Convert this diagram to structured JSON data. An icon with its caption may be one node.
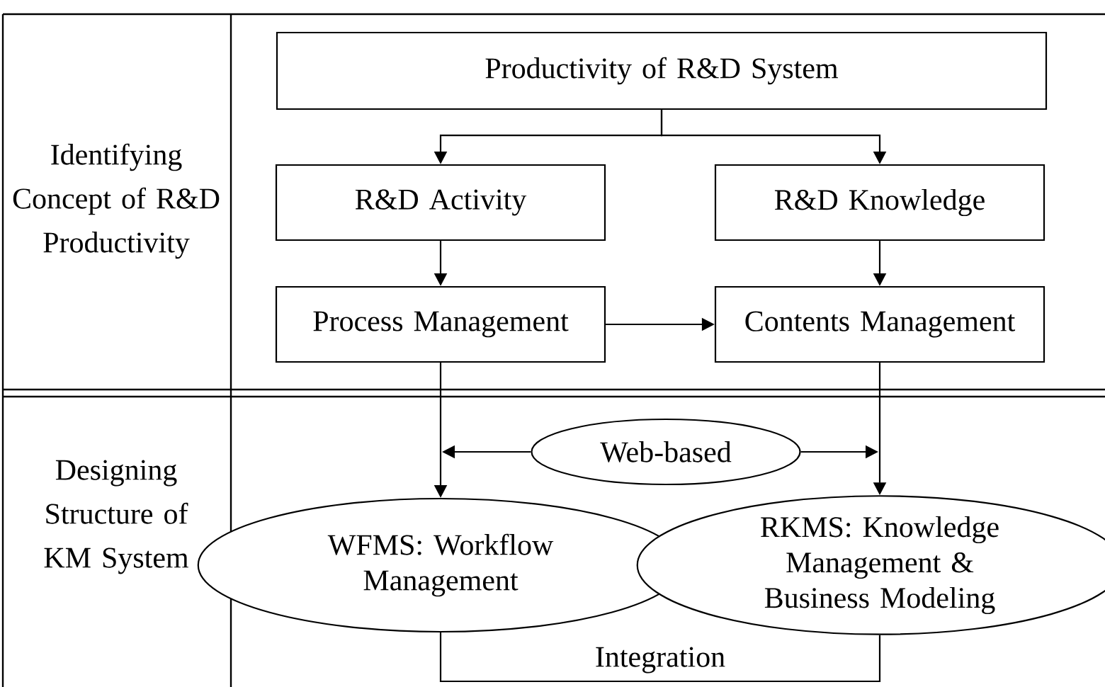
{
  "diagram": {
    "nodes": [
      {
        "text": [
          "Productivity of R&D System"
        ]
      },
      {
        "text": [
          "R&D Activity"
        ]
      },
      {
        "text": [
          "R&D Knowledge"
        ]
      },
      {
        "text": [
          "Process Management"
        ]
      },
      {
        "text": [
          "Contents Management"
        ]
      },
      {
        "text": [
          "Web-based"
        ]
      },
      {
        "text": [
          "WFMS: Workflow Management"
        ]
      },
      {
        "text": [
          "RKMS: Knowledge Management & Business Modeling"
        ]
      }
    ],
    "edges": [
      {
        "from": 0,
        "to": 1,
        "arrow": "to"
      },
      {
        "from": 0,
        "to": 2,
        "arrow": "to"
      },
      {
        "from": 1,
        "to": 3,
        "arrow": "to"
      },
      {
        "from": 2,
        "to": 4,
        "arrow": "to"
      },
      {
        "from": 3,
        "to": 4,
        "arrow": "to"
      },
      {
        "from": 3,
        "to": 6,
        "arrow": "to"
      },
      {
        "from": 4,
        "to": 7,
        "arrow": "to"
      },
      {
        "from": 5,
        "to": null,
        "arrow": "to"
      },
      {
        "from": 5,
        "to": null,
        "arrow": "to"
      },
      {
        "from": 6,
        "to": 7,
        "arrow": "none",
        "label": "Integration"
      }
    ],
    "labels": [
      "Identifying Concept of R&D Productivity",
      "Designing Structure of KM System"
    ]
  }
}
